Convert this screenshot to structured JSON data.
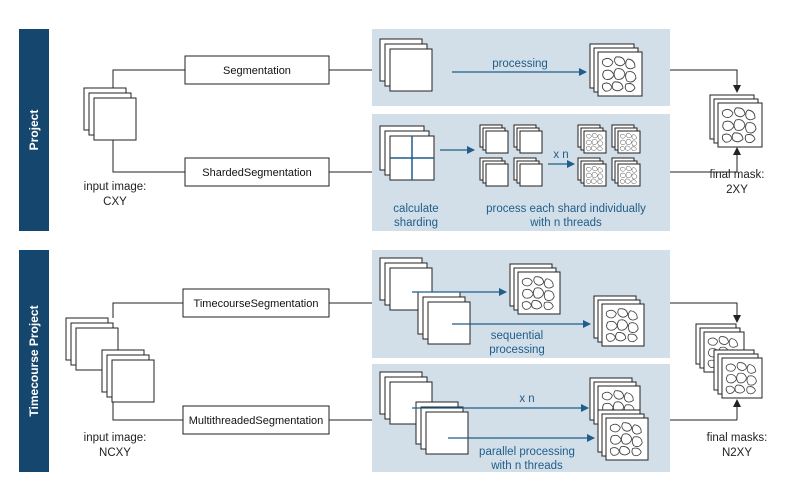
{
  "colors": {
    "side_bar": "#15466e",
    "panel_bg": "#d3dfe8",
    "accent_text": "#1f5d8b",
    "arrow": "#1f5d8b"
  },
  "project": {
    "side_label": "Project",
    "input_label_line1": "input image:",
    "input_label_line2": "CXY",
    "segmentation_button": "Segmentation",
    "sharded_button": "ShardedSegmentation",
    "processing_label": "processing",
    "calc_line1": "calculate",
    "calc_line2": "sharding",
    "times_n": "x n",
    "shard_line1": "process each shard individually",
    "shard_line2": "with n threads",
    "output_label_line1": "final mask:",
    "output_label_line2": "2XY"
  },
  "timecourse": {
    "side_label": "Timecourse Project",
    "input_label_line1": "input image:",
    "input_label_line2": "NCXY",
    "timecourse_button": "TimecourseSegmentation",
    "multithreaded_button": "MultithreadedSegmentation",
    "seq_line1": "sequential",
    "seq_line2": "processing",
    "times_n": "x n",
    "par_line1": "parallel processing",
    "par_line2": "with n threads",
    "output_label_line1": "final masks:",
    "output_label_line2": "N2XY"
  }
}
